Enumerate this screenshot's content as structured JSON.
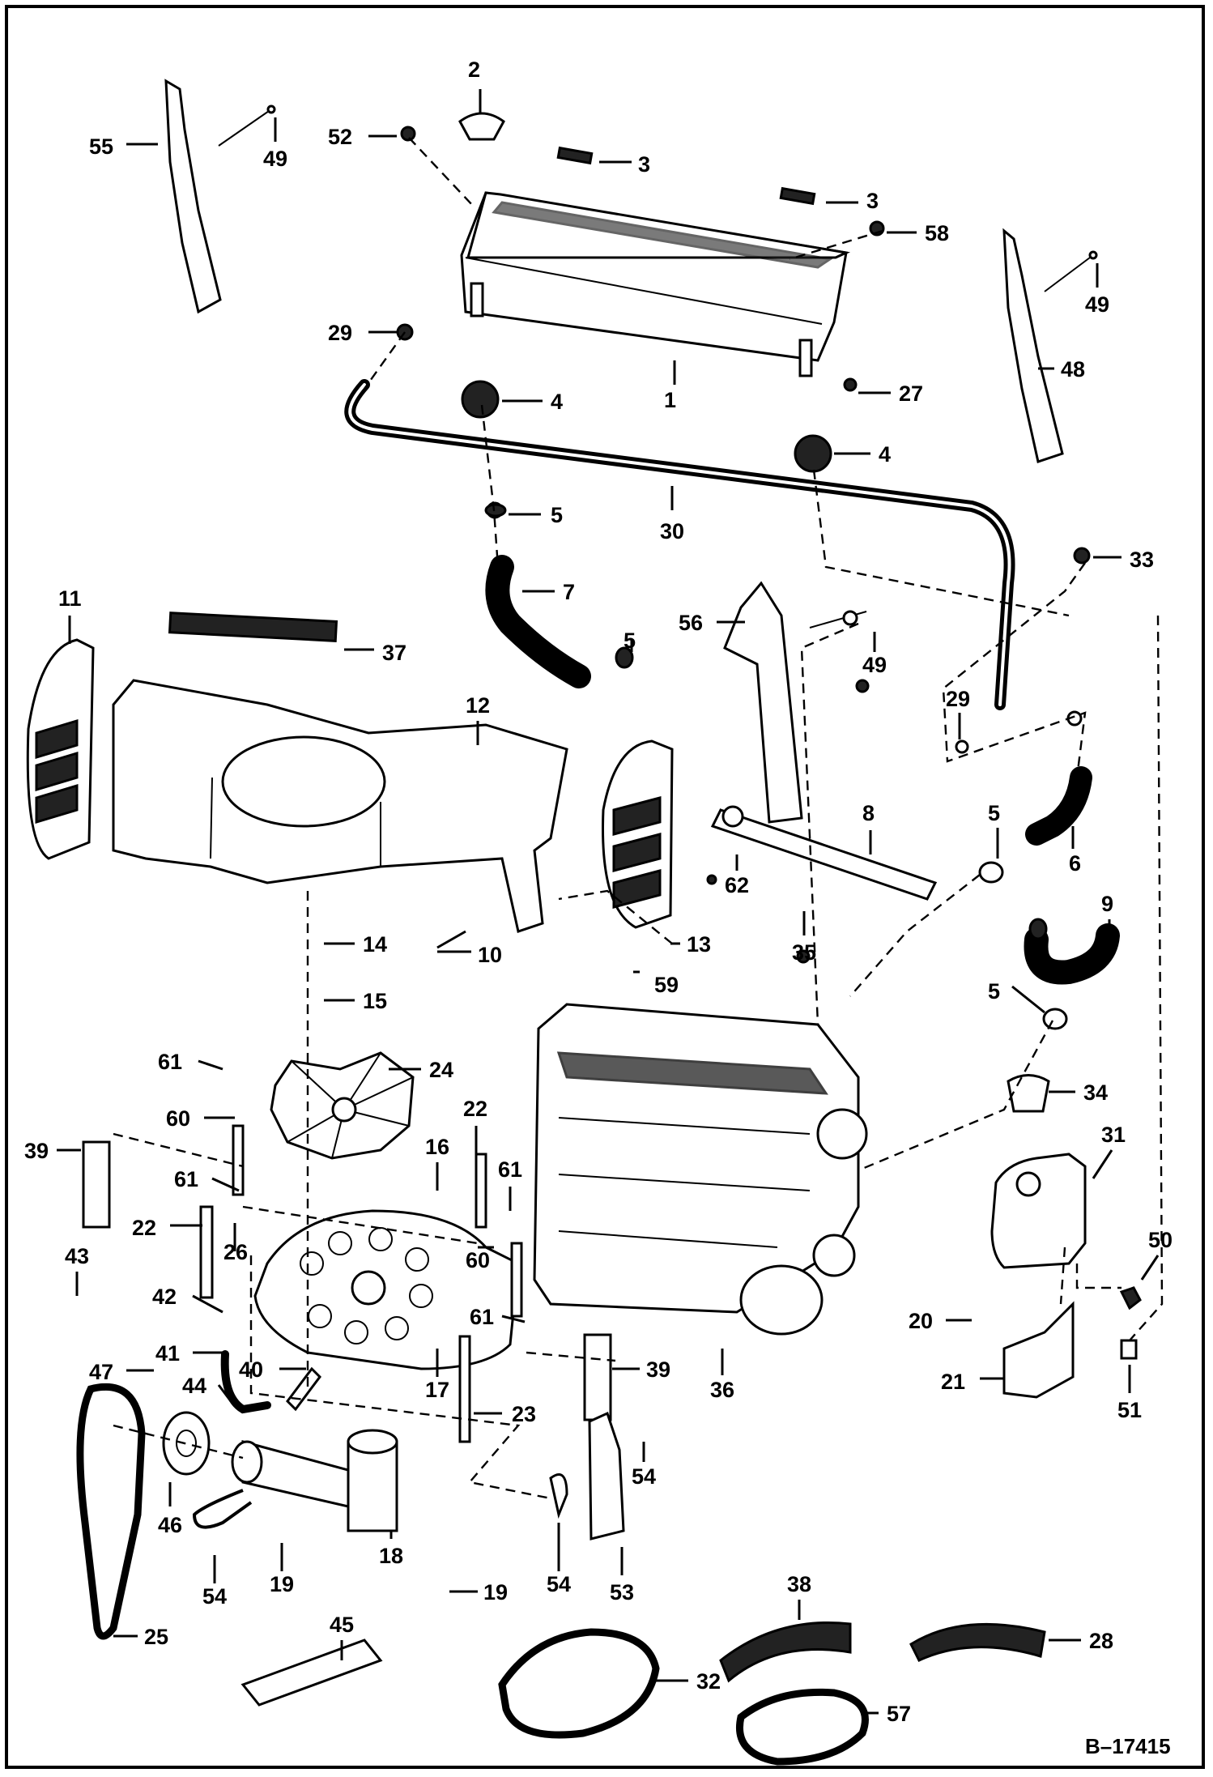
{
  "drawing_ref": "B–17415",
  "callouts": [
    {
      "n": "1",
      "label": "1"
    },
    {
      "n": "2",
      "label": "2"
    },
    {
      "n": "3a",
      "label": "3"
    },
    {
      "n": "3b",
      "label": "3"
    },
    {
      "n": "4a",
      "label": "4"
    },
    {
      "n": "4b",
      "label": "4"
    },
    {
      "n": "5a",
      "label": "5"
    },
    {
      "n": "5b",
      "label": "5"
    },
    {
      "n": "5c",
      "label": "5"
    },
    {
      "n": "5d",
      "label": "5"
    },
    {
      "n": "6",
      "label": "6"
    },
    {
      "n": "7",
      "label": "7"
    },
    {
      "n": "8",
      "label": "8"
    },
    {
      "n": "9",
      "label": "9"
    },
    {
      "n": "10",
      "label": "10"
    },
    {
      "n": "11",
      "label": "11"
    },
    {
      "n": "12",
      "label": "12"
    },
    {
      "n": "13",
      "label": "13"
    },
    {
      "n": "14",
      "label": "14"
    },
    {
      "n": "15",
      "label": "15"
    },
    {
      "n": "16",
      "label": "16"
    },
    {
      "n": "17",
      "label": "17"
    },
    {
      "n": "18",
      "label": "18"
    },
    {
      "n": "19a",
      "label": "19"
    },
    {
      "n": "19b",
      "label": "19"
    },
    {
      "n": "20",
      "label": "20"
    },
    {
      "n": "21",
      "label": "21"
    },
    {
      "n": "22a",
      "label": "22"
    },
    {
      "n": "22b",
      "label": "22"
    },
    {
      "n": "23",
      "label": "23"
    },
    {
      "n": "24",
      "label": "24"
    },
    {
      "n": "25",
      "label": "25"
    },
    {
      "n": "26",
      "label": "26"
    },
    {
      "n": "27",
      "label": "27"
    },
    {
      "n": "28",
      "label": "28"
    },
    {
      "n": "29a",
      "label": "29"
    },
    {
      "n": "29b",
      "label": "29"
    },
    {
      "n": "30",
      "label": "30"
    },
    {
      "n": "31",
      "label": "31"
    },
    {
      "n": "32",
      "label": "32"
    },
    {
      "n": "33",
      "label": "33"
    },
    {
      "n": "34",
      "label": "34"
    },
    {
      "n": "35",
      "label": "35"
    },
    {
      "n": "36",
      "label": "36"
    },
    {
      "n": "37",
      "label": "37"
    },
    {
      "n": "38",
      "label": "38"
    },
    {
      "n": "39a",
      "label": "39"
    },
    {
      "n": "39b",
      "label": "39"
    },
    {
      "n": "40",
      "label": "40"
    },
    {
      "n": "41",
      "label": "41"
    },
    {
      "n": "42",
      "label": "42"
    },
    {
      "n": "43",
      "label": "43"
    },
    {
      "n": "44",
      "label": "44"
    },
    {
      "n": "45",
      "label": "45"
    },
    {
      "n": "46",
      "label": "46"
    },
    {
      "n": "47",
      "label": "47"
    },
    {
      "n": "48",
      "label": "48"
    },
    {
      "n": "49a",
      "label": "49"
    },
    {
      "n": "49b",
      "label": "49"
    },
    {
      "n": "49c",
      "label": "49"
    },
    {
      "n": "50",
      "label": "50"
    },
    {
      "n": "51",
      "label": "51"
    },
    {
      "n": "52",
      "label": "52"
    },
    {
      "n": "53",
      "label": "53"
    },
    {
      "n": "54a",
      "label": "54"
    },
    {
      "n": "54b",
      "label": "54"
    },
    {
      "n": "54c",
      "label": "54"
    },
    {
      "n": "55",
      "label": "55"
    },
    {
      "n": "56",
      "label": "56"
    },
    {
      "n": "57",
      "label": "57"
    },
    {
      "n": "58",
      "label": "58"
    },
    {
      "n": "59",
      "label": "59"
    },
    {
      "n": "60a",
      "label": "60"
    },
    {
      "n": "60b",
      "label": "60"
    },
    {
      "n": "61a",
      "label": "61"
    },
    {
      "n": "61b",
      "label": "61"
    },
    {
      "n": "61c",
      "label": "61"
    },
    {
      "n": "61d",
      "label": "61"
    },
    {
      "n": "62",
      "label": "62"
    }
  ]
}
